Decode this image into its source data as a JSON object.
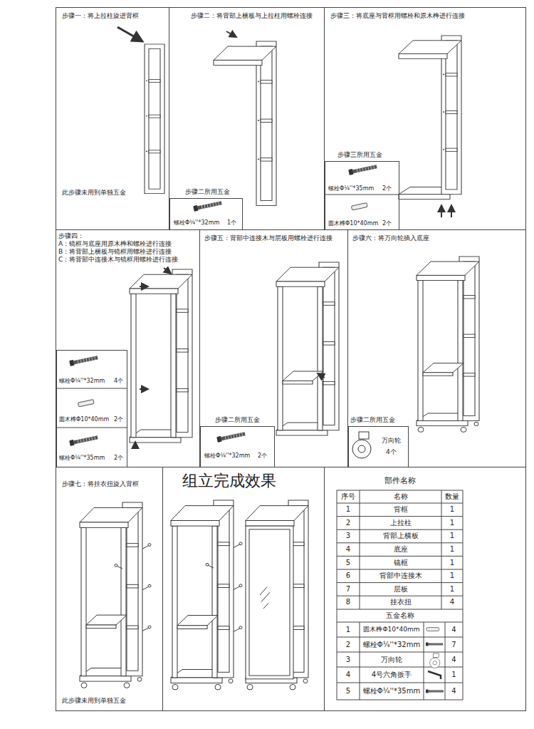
{
  "diagram": {
    "nodes": [
      {
        "text": [
          "步骤一：将上拉柱旋进背框",
          "此步骤未用到单独五金"
        ]
      },
      {
        "text": [
          "步骤二：将背部上横板与上拉柱用螺栓连接"
        ]
      },
      {
        "text": [
          "步骤二所用五金",
          "螺栓Φ¼''*32mm",
          "1个"
        ],
        "in": 1
      },
      {
        "text": [
          "步骤三：将底座与背框用螺栓和原木榫进行连接"
        ]
      },
      {
        "text": [
          "步骤三所用五金",
          "螺栓Φ¼''*35mm",
          "2个",
          "圆木榫Φ10*40mm",
          "2个"
        ],
        "in": 3
      },
      {
        "text": [
          "步骤四：",
          "A：镜框与底座用原木榫和螺栓进行连接",
          "B：将背部上横板与镜框用螺栓进行连接",
          "C：将背部中连接木与镜框用螺栓进行连接"
        ]
      },
      {
        "text": [
          "螺栓Φ¼''*32mm",
          "4个",
          "圆木榫Φ10*40mm",
          "2个",
          "螺栓Φ¼''*35mm",
          "2个"
        ],
        "in": 5
      },
      {
        "text": [
          "步骤五：背部中连接木与层板用螺栓进行连接"
        ]
      },
      {
        "text": [
          "步骤二所用五金",
          "螺栓Φ¼''*32mm",
          "2个"
        ],
        "in": 7
      },
      {
        "text": [
          "步骤六：将万向轮插入底座"
        ]
      },
      {
        "text": [
          "步骤二所用五金",
          "万向轮",
          "4个"
        ],
        "in": 9
      },
      {
        "text": [
          "步骤七：将挂衣扭旋入背框",
          "此步骤未用到单独五金"
        ]
      },
      {
        "text": [
          "组立完成效果"
        ]
      },
      {
        "text": [
          "部件名称"
        ]
      }
    ],
    "labels": [
      "序号",
      "名称",
      "数量",
      "1",
      "背框",
      "1",
      "2",
      "上拉柱",
      "1",
      "3",
      "背部上横板",
      "1",
      "4",
      "底座",
      "1",
      "5",
      "镜框",
      "1",
      "6",
      "背部中连接木",
      "1",
      "7",
      "层板",
      "1",
      "8",
      "挂衣扭",
      "4",
      "五金名称",
      "1",
      "圆木榫Φ10*40mm",
      "4",
      "2",
      "螺栓Φ¼''*32mm",
      "7",
      "3",
      "万向轮",
      "4",
      "4",
      "4号六角扳手",
      "1",
      "5",
      "螺栓Φ¼''*35mm",
      "4"
    ]
  }
}
